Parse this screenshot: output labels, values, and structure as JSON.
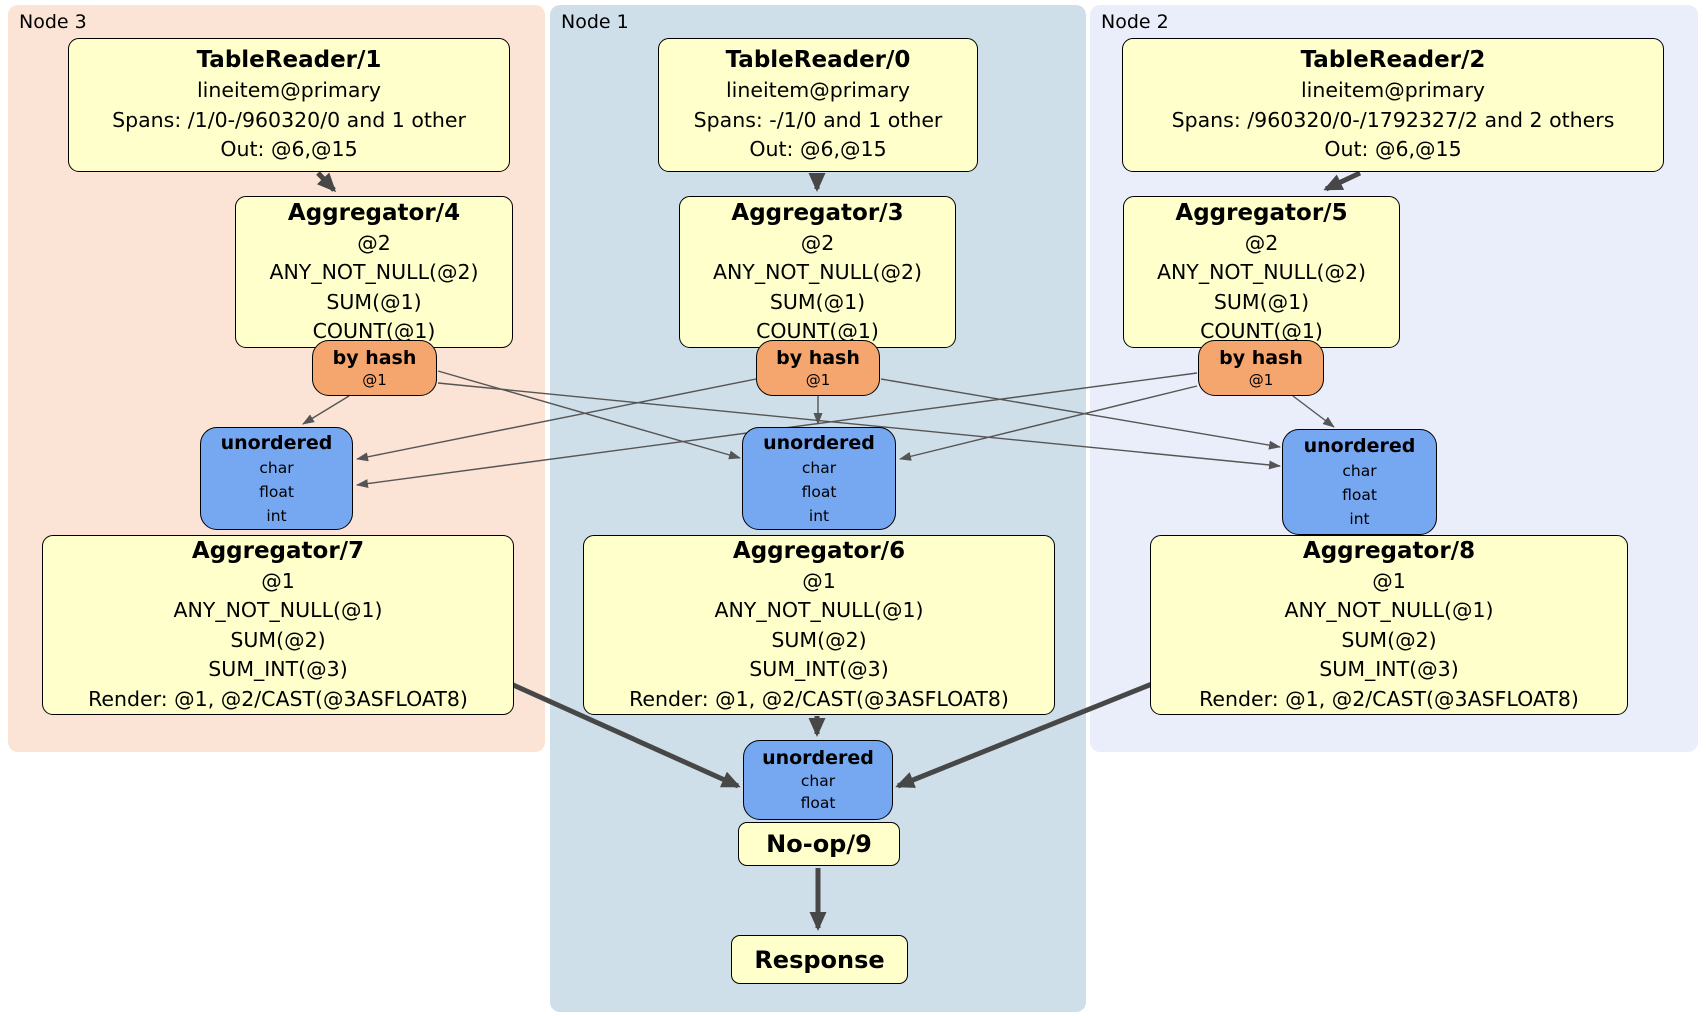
{
  "colors": {
    "background": "#ffffff",
    "node3_bg": "#fbe3d6",
    "node1_bg": "#cfdfe9",
    "node2_bg": "#e9eefa",
    "processor_fill": "#ffffcc",
    "router_fill": "#f5a56e",
    "sync_fill": "#76a7f1",
    "box_border": "#000000",
    "edge_thin": "#555555",
    "edge_thick": "#474747"
  },
  "regions": {
    "node3": {
      "label": "Node 3"
    },
    "node1": {
      "label": "Node 1"
    },
    "node2": {
      "label": "Node 2"
    }
  },
  "processors": {
    "tablereader1": {
      "title": "TableReader/1",
      "lines": [
        "lineitem@primary",
        "Spans: /1/0-/960320/0 and 1 other",
        "Out: @6,@15"
      ]
    },
    "tablereader0": {
      "title": "TableReader/0",
      "lines": [
        "lineitem@primary",
        "Spans: -/1/0 and 1 other",
        "Out: @6,@15"
      ]
    },
    "tablereader2": {
      "title": "TableReader/2",
      "lines": [
        "lineitem@primary",
        "Spans: /960320/0-/1792327/2 and 2 others",
        "Out: @6,@15"
      ]
    },
    "aggregator4": {
      "title": "Aggregator/4",
      "lines": [
        "@2",
        "ANY_NOT_NULL(@2)",
        "SUM(@1)",
        "COUNT(@1)"
      ]
    },
    "aggregator3": {
      "title": "Aggregator/3",
      "lines": [
        "@2",
        "ANY_NOT_NULL(@2)",
        "SUM(@1)",
        "COUNT(@1)"
      ]
    },
    "aggregator5": {
      "title": "Aggregator/5",
      "lines": [
        "@2",
        "ANY_NOT_NULL(@2)",
        "SUM(@1)",
        "COUNT(@1)"
      ]
    },
    "aggregator7": {
      "title": "Aggregator/7",
      "lines": [
        "@1",
        "ANY_NOT_NULL(@1)",
        "SUM(@2)",
        "SUM_INT(@3)",
        "Render: @1, @2/CAST(@3ASFLOAT8)"
      ]
    },
    "aggregator6": {
      "title": "Aggregator/6",
      "lines": [
        "@1",
        "ANY_NOT_NULL(@1)",
        "SUM(@2)",
        "SUM_INT(@3)",
        "Render: @1, @2/CAST(@3ASFLOAT8)"
      ]
    },
    "aggregator8": {
      "title": "Aggregator/8",
      "lines": [
        "@1",
        "ANY_NOT_NULL(@1)",
        "SUM(@2)",
        "SUM_INT(@3)",
        "Render: @1, @2/CAST(@3ASFLOAT8)"
      ]
    },
    "noop": {
      "title": "No-op/9"
    },
    "response": {
      "title": "Response"
    }
  },
  "routers": {
    "byhash_node3": {
      "title": "by hash",
      "detail": "@1"
    },
    "byhash_node1": {
      "title": "by hash",
      "detail": "@1"
    },
    "byhash_node2": {
      "title": "by hash",
      "detail": "@1"
    }
  },
  "syncs": {
    "unordered_node3": {
      "title": "unordered",
      "types": [
        "char",
        "float",
        "int"
      ]
    },
    "unordered_node1": {
      "title": "unordered",
      "types": [
        "char",
        "float",
        "int"
      ]
    },
    "unordered_node2": {
      "title": "unordered",
      "types": [
        "char",
        "float",
        "int"
      ]
    },
    "unordered_final": {
      "title": "unordered",
      "types": [
        "char",
        "float"
      ]
    }
  }
}
